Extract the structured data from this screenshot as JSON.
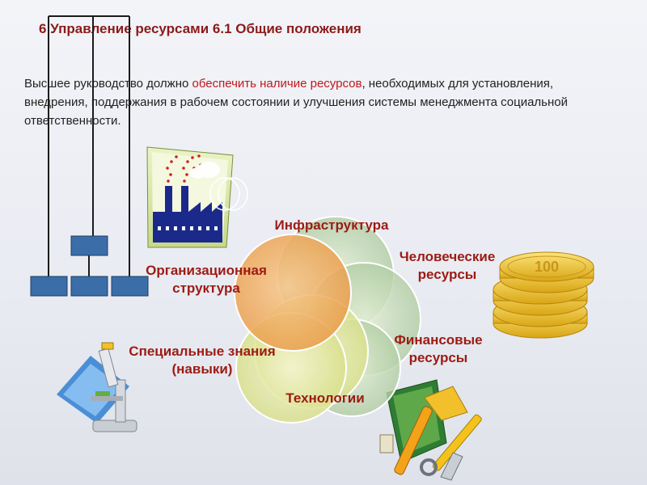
{
  "slide": {
    "title": "6 Управление ресурсами 6.1 Общие положения",
    "paragraph": {
      "before": "Высшее руководство должно ",
      "highlight": "обеспечить наличие ресурсов",
      "after": ", необходимых для установления, внедрения, поддержания в рабочем состоянии и улучшения системы менеджмента социальной ответственности."
    }
  },
  "diagram": {
    "items": [
      {
        "id": "infra",
        "label": "Инфраструктура"
      },
      {
        "id": "human",
        "label": "Человеческие ресурсы"
      },
      {
        "id": "org",
        "label": "Организационная структура"
      },
      {
        "id": "fin",
        "label": "Финансовые ресурсы"
      },
      {
        "id": "knowledge",
        "label": "Специальные знания (навыки)"
      },
      {
        "id": "tech",
        "label": "Технологии"
      }
    ]
  },
  "icons": {
    "coins_text": "100",
    "factory": "factory-icon",
    "coins": "coins-icon",
    "microscope": "microscope-icon",
    "tools": "tools-icon",
    "org_chart": "org-chart-icon"
  },
  "colors": {
    "title": "#8a1b1b",
    "label": "#9c1b14",
    "highlight": "#c0181c",
    "org_box": "#3b6ea8",
    "gold": "#e8b623"
  }
}
